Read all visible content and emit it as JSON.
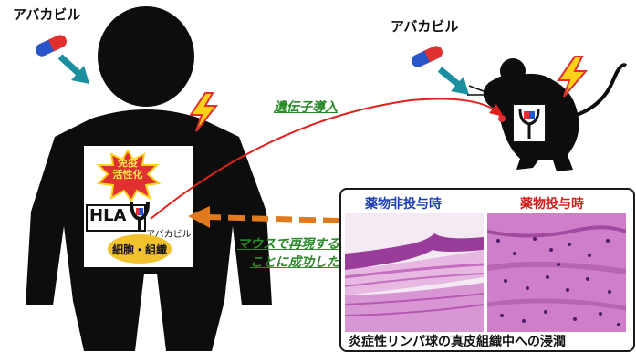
{
  "drug_label_left": "アバカビル",
  "drug_label_right": "アバカビル",
  "gene_transfer_label": "遺伝子導入",
  "activation_label_line1": "免疫",
  "activation_label_line2": "活性化",
  "hla_label": "HLA",
  "abacavir_small_label": "アバカビル",
  "cells_label": "細胞・組織",
  "mouse_success_line1": "マウスで再現する",
  "mouse_success_line2": "ことに成功した",
  "panel_left_title": "薬物非投与時",
  "panel_right_title": "薬物投与時",
  "panel_caption": "炎症性リンパ球の真皮組織中への浸潤",
  "colors": {
    "silhouette": "#0d0d0d",
    "red_arrow": "#e0201c",
    "orange_arrow": "#e07a1c",
    "blue_title": "#1d3fb5",
    "red_title": "#d0201c",
    "green_text": "#2a8a2a",
    "capsule_blue": "#2a55c8",
    "capsule_red": "#e03030",
    "lightning_yellow": "#ffd21a",
    "tissue_pink": "#cf7fc9",
    "cells_yellow": "#f2c12e"
  },
  "icons": [
    "capsule-icon",
    "lightning-icon",
    "hla-receptor-icon",
    "starburst-icon",
    "mouse-silhouette",
    "human-silhouette"
  ]
}
